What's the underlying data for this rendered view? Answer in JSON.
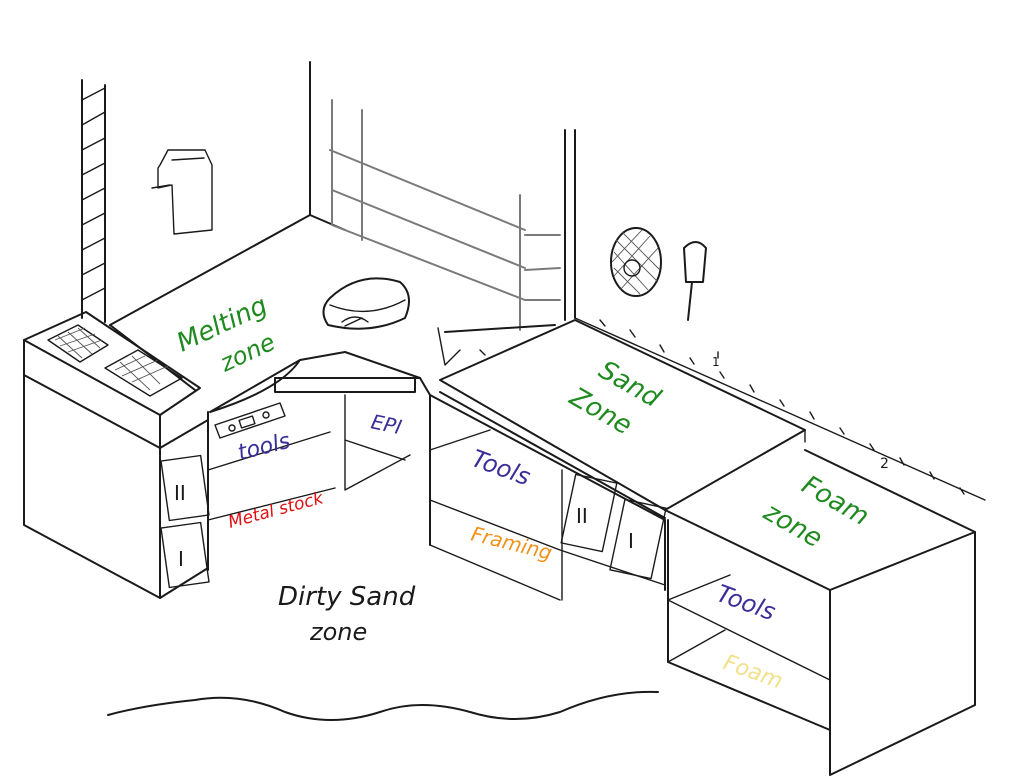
{
  "labels": {
    "melting": "Melting",
    "melting_zone": "zone",
    "sand": "Sand",
    "sand_zone": "Zone",
    "foam": "Foam",
    "foam_zone": "zone",
    "tools_left": "tools",
    "metal_stock": "Metal stock",
    "epi": "EPI",
    "tools_mid": "Tools",
    "framing": "Framing",
    "tools_right": "Tools",
    "foam_shelf": "Foam",
    "dirty_sand": "Dirty Sand",
    "dirty_sand_zone": "zone",
    "door_2_left": "II",
    "door_1_left": "I",
    "door_2_mid": "II",
    "door_1_mid": "I",
    "mark_1": "1",
    "mark_2": "2"
  },
  "colors": {
    "zone_green": "#1f8a1f",
    "tools_blue": "#3a2f9a",
    "metal_red": "#e01010",
    "framing_orange": "#f0921c",
    "foam_yellow": "#f2e08a",
    "ink": "#1a1a1a"
  },
  "icons": [
    "bucket-icon",
    "sand-mixer-icon",
    "fan-icon",
    "shovel-icon",
    "crucible-icon",
    "control-panel-icon"
  ]
}
